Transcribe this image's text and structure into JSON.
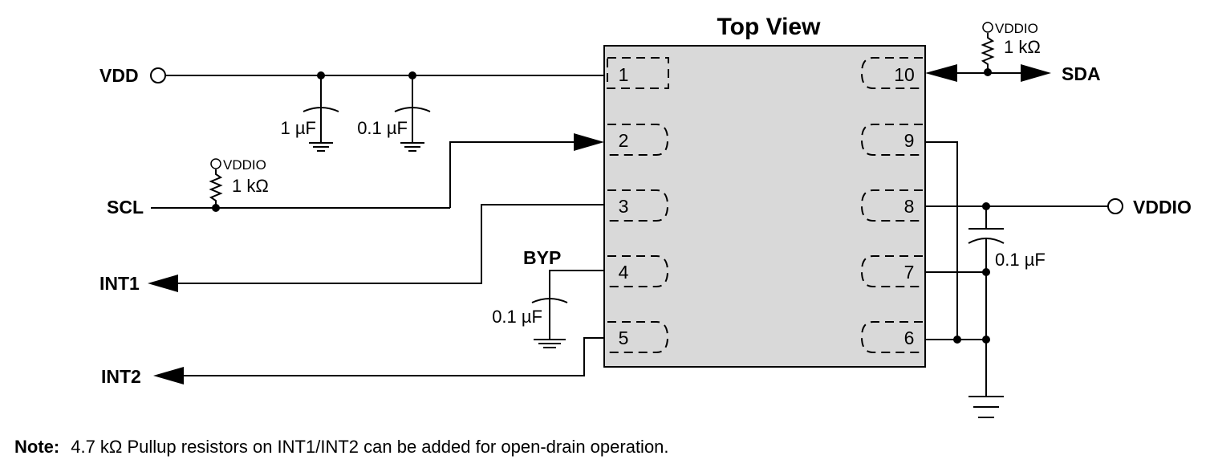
{
  "title": "Top View",
  "nets": {
    "vdd": "VDD",
    "scl": "SCL",
    "int1": "INT1",
    "int2": "INT2",
    "sda": "SDA",
    "vddio": "VDDIO",
    "byp": "BYP",
    "vddio_small_scl": "VDDIO",
    "vddio_small_sda": "VDDIO"
  },
  "components": {
    "c_vdd_1": "1 µF",
    "c_vdd_2": "0.1 µF",
    "c_byp": "0.1 µF",
    "c_vddio": "0.1 µF",
    "r_scl": "1 kΩ",
    "r_sda": "1 kΩ"
  },
  "pins": {
    "p1": "1",
    "p2": "2",
    "p3": "3",
    "p4": "4",
    "p5": "5",
    "p6": "6",
    "p7": "7",
    "p8": "8",
    "p9": "9",
    "p10": "10"
  },
  "note": {
    "label": "Note:",
    "text": "4.7 kΩ Pullup resistors on INT1/INT2 can be added for open-drain operation."
  },
  "colors": {
    "package_fill": "#d9d9d9",
    "line": "#000000",
    "background": "#ffffff"
  }
}
